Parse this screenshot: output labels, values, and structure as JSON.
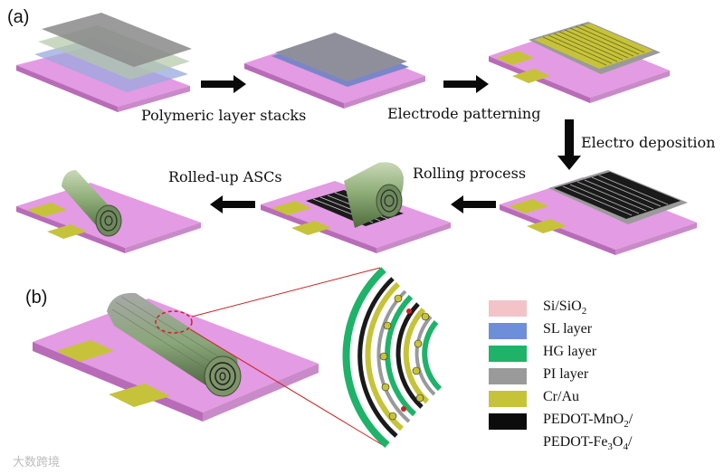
{
  "panels": {
    "a": "(a)",
    "b": "(b)"
  },
  "steps": {
    "polymeric": "Polymeric layer stacks",
    "electrode": "Electrode patterning",
    "electro_deposition": "Electro deposition",
    "rolling": "Rolling process",
    "rolled_up": "Rolled-up ASCs"
  },
  "legend": [
    {
      "key": "si",
      "label": "Si/SiO",
      "sub": "2",
      "tail": "",
      "color": "#f2c4c8"
    },
    {
      "key": "sl",
      "label": "SL layer",
      "sub": "",
      "tail": "",
      "color": "#6d8fd9"
    },
    {
      "key": "hg",
      "label": "HG layer",
      "sub": "",
      "tail": "",
      "color": "#1fb36a"
    },
    {
      "key": "pi",
      "label": "PI layer",
      "sub": "",
      "tail": "",
      "color": "#9a9a9a"
    },
    {
      "key": "crau",
      "label": "Cr/Au",
      "sub": "",
      "tail": "",
      "color": "#c6c33a"
    },
    {
      "key": "pedot-mno2",
      "label": "PEDOT-MnO",
      "sub": "2",
      "tail": "/",
      "color": "#0c0c0c"
    },
    {
      "key": "pedot-fe3o4",
      "label": "PEDOT-Fe",
      "sub": "3",
      "tail": "O",
      "sub2": "4",
      "tail2": "/",
      "color": ""
    }
  ],
  "watermark": "大数跨境",
  "colors": {
    "substrate": "#e39be3",
    "substrate_side": "#b86cb8",
    "arrow": "#0a0a0a",
    "roll": "#8fae78",
    "callout": "#cc2222"
  }
}
